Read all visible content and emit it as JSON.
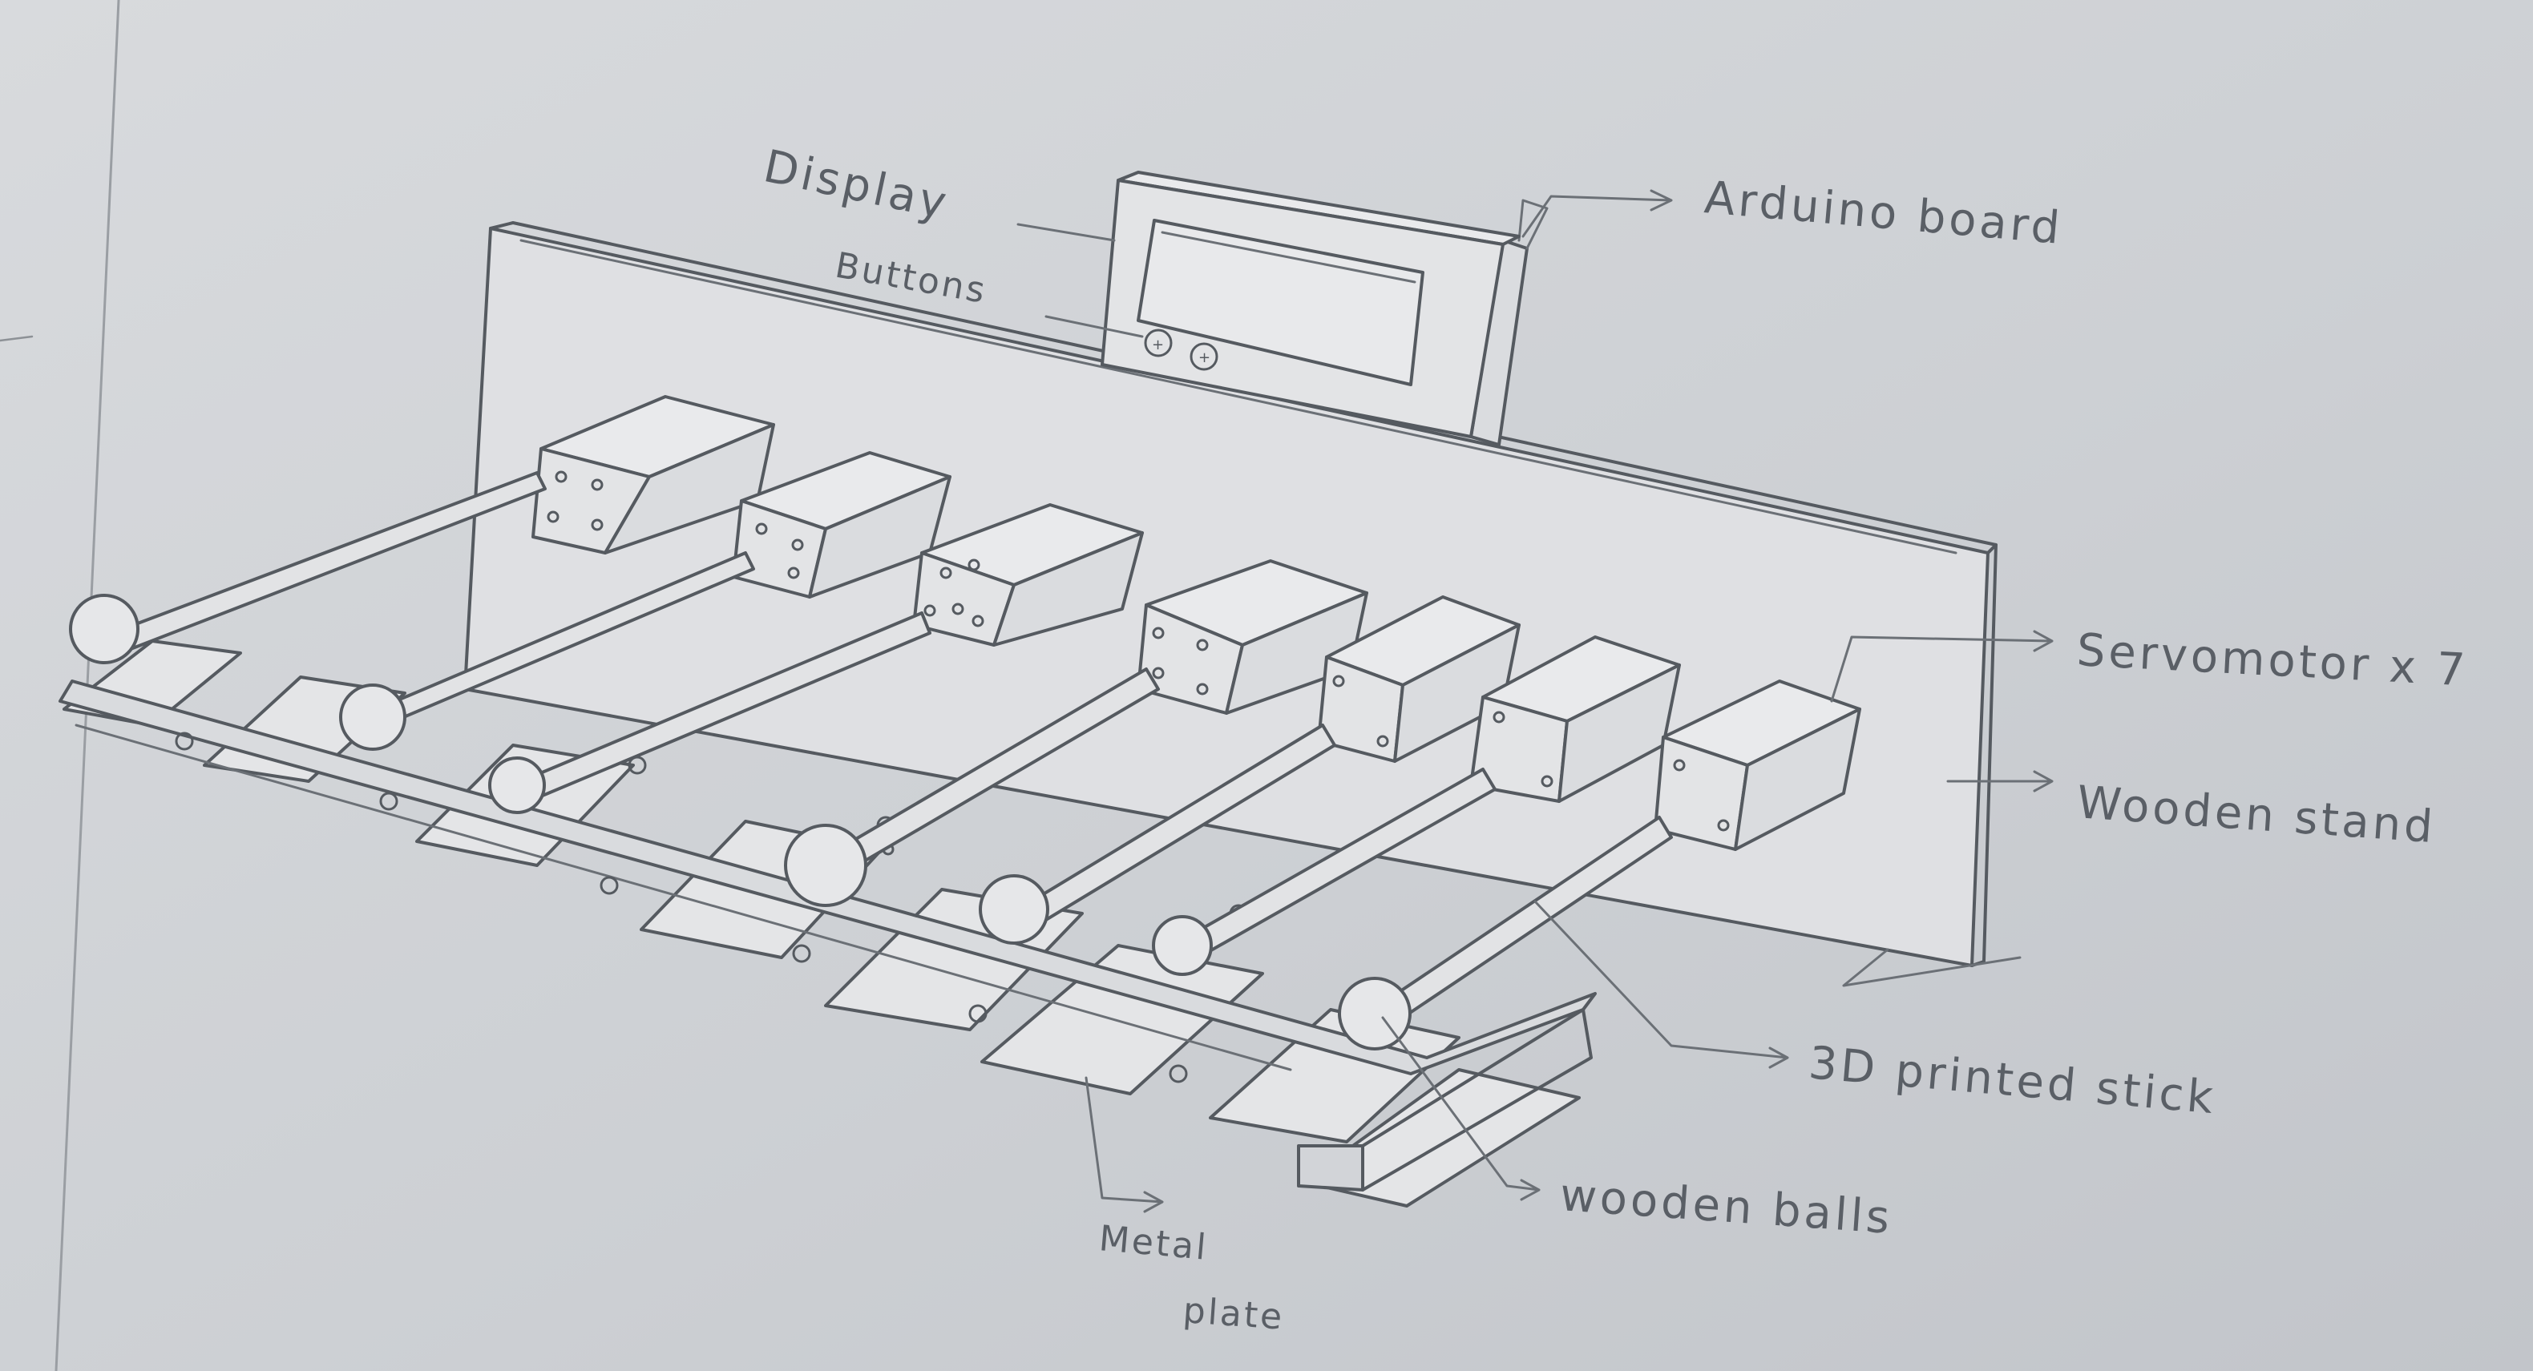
{
  "diagram": {
    "labels": {
      "display": "Display",
      "buttons": "Buttons",
      "arduino_board": "Arduino board",
      "servomotor": "Servomotor x 7",
      "wooden_stand": "Wooden stand",
      "printed_stick": "3D printed stick",
      "wooden_balls": "wooden balls",
      "metal_plate_line1": "Metal",
      "metal_plate_line2": "plate"
    },
    "servo_count": 7,
    "plate_count": 8
  },
  "colors": {
    "paper": "#cfd2d6",
    "pencil": "#555a60",
    "label_text": "#5a5f66"
  }
}
